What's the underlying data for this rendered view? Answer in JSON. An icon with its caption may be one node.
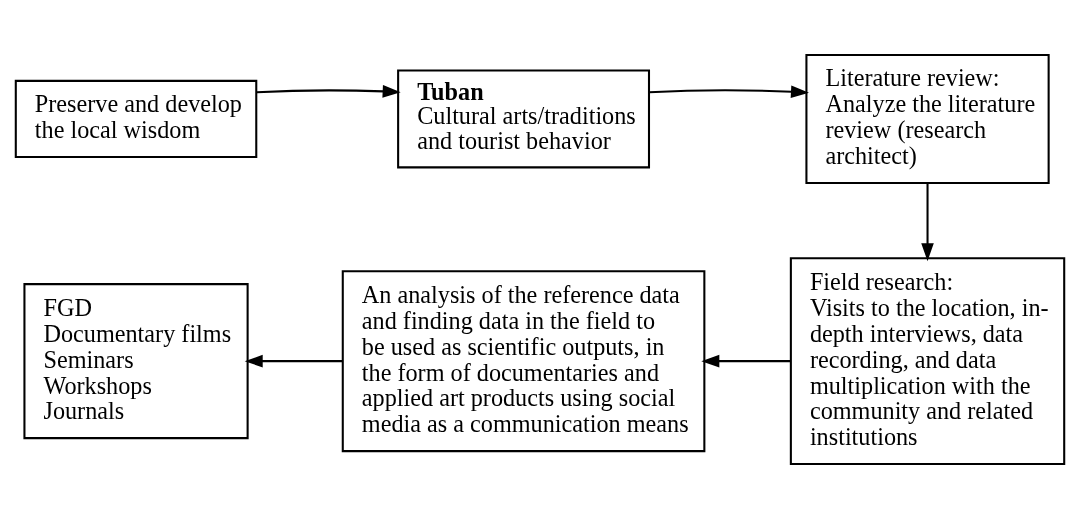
{
  "diagram": {
    "nodes": [
      {
        "text": [
          "Preserve and develop the local wisdom"
        ]
      },
      {
        "text": [
          "Tuban",
          "Cultural arts/traditions and tourist behavior"
        ]
      },
      {
        "text": [
          "Literature review:",
          "Analyze the literature review (research architect)"
        ]
      },
      {
        "text": [
          "Field research:",
          "Visits to the location, in-depth interviews, data recording, and data multiplication with the community and related institutions"
        ]
      },
      {
        "text": [
          "An analysis of the reference data and finding data in the field to be used as scientific outputs, in the form of documentaries and applied art products using social media as a communication means"
        ]
      },
      {
        "text": [
          "FGD",
          "Documentary films",
          "Seminars",
          "Workshops",
          "Journals"
        ]
      }
    ],
    "edges": [
      {
        "from": 0,
        "to": 1,
        "arrow": "to"
      },
      {
        "from": 1,
        "to": 2,
        "arrow": "to"
      },
      {
        "from": 2,
        "to": 3,
        "arrow": "to"
      },
      {
        "from": 3,
        "to": 4,
        "arrow": "to"
      },
      {
        "from": 4,
        "to": 5,
        "arrow": "to"
      }
    ]
  }
}
